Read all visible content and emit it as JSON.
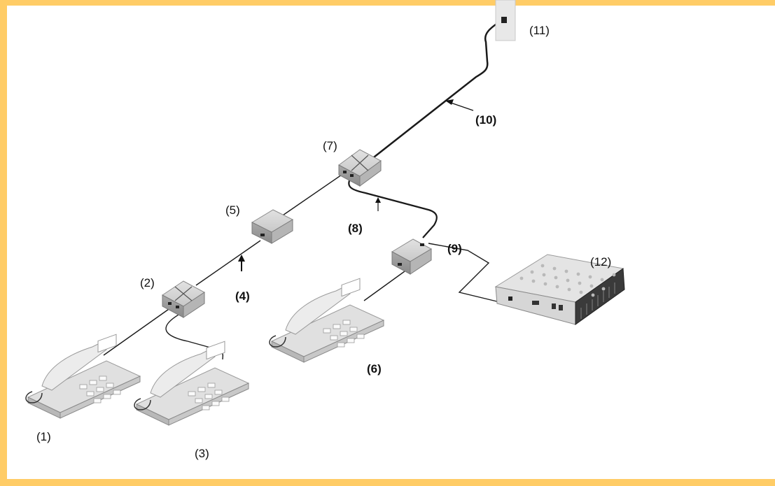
{
  "diagram": {
    "labels": {
      "phone_1": "(1)",
      "splitter_2": "(2)",
      "phone_3": "(3)",
      "cable_4": "(4)",
      "filter_5": "(5)",
      "phone_6": "(6)",
      "splitter_7": "(7)",
      "cable_8": "(8)",
      "filter_9": "(9)",
      "cable_10": "(10)",
      "wall_socket_11": "(11)",
      "router_12": "(12)"
    }
  }
}
